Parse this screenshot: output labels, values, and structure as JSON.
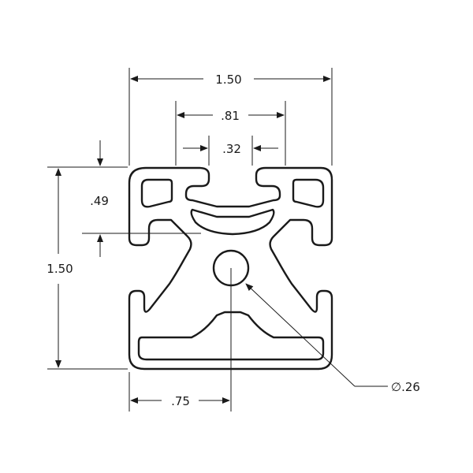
{
  "drawing": {
    "dimensions": {
      "overall_width": "1.50",
      "overall_height": "1.50",
      "slot_outer": ".81",
      "slot_opening": ".32",
      "slot_depth": ".49",
      "center_offset": ".75",
      "bore_diameter": "∅.26"
    }
  }
}
